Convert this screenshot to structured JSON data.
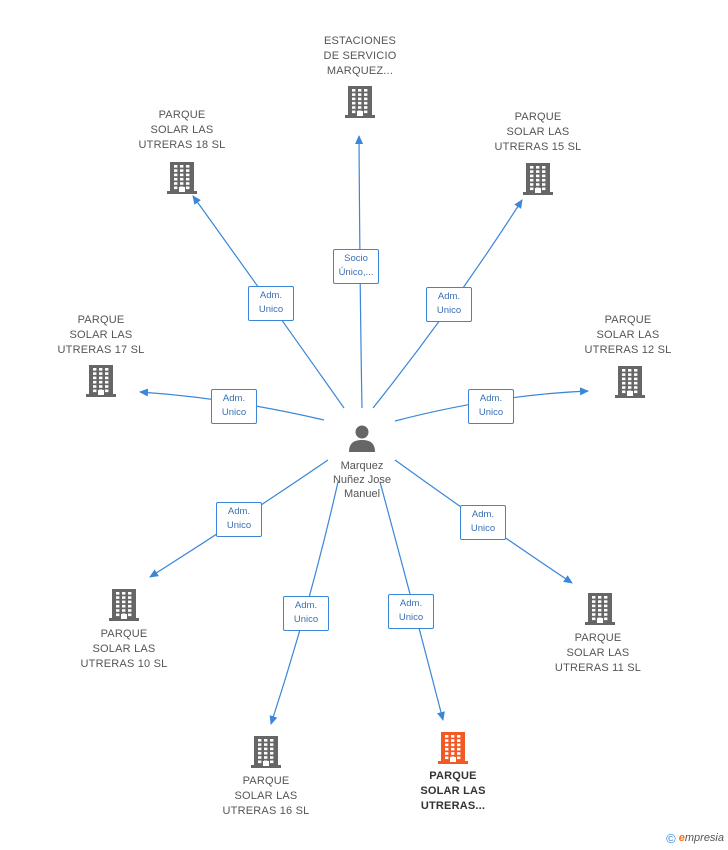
{
  "colors": {
    "edge": "#3a86d8",
    "building": "#666666",
    "building_highlight": "#f15a24",
    "person": "#666666"
  },
  "center": {
    "label_lines": [
      "Marquez",
      "Nuñez Jose",
      "Manuel"
    ]
  },
  "nodes": [
    {
      "id": "estaciones",
      "label_lines": [
        "ESTACIONES",
        "DE SERVICIO",
        "MARQUEZ..."
      ],
      "relation_lines": [
        "Socio",
        "Único,..."
      ],
      "highlight": false
    },
    {
      "id": "utreras18",
      "label_lines": [
        "PARQUE",
        "SOLAR LAS",
        "UTRERAS 18 SL"
      ],
      "relation_lines": [
        "Adm.",
        "Unico"
      ],
      "highlight": false
    },
    {
      "id": "utreras15",
      "label_lines": [
        "PARQUE",
        "SOLAR LAS",
        "UTRERAS 15 SL"
      ],
      "relation_lines": [
        "Adm.",
        "Unico"
      ],
      "highlight": false
    },
    {
      "id": "utreras17",
      "label_lines": [
        "PARQUE",
        "SOLAR LAS",
        "UTRERAS 17 SL"
      ],
      "relation_lines": [
        "Adm.",
        "Unico"
      ],
      "highlight": false
    },
    {
      "id": "utreras12",
      "label_lines": [
        "PARQUE",
        "SOLAR LAS",
        "UTRERAS 12 SL"
      ],
      "relation_lines": [
        "Adm.",
        "Unico"
      ],
      "highlight": false
    },
    {
      "id": "utreras10",
      "label_lines": [
        "PARQUE",
        "SOLAR LAS",
        "UTRERAS 10 SL"
      ],
      "relation_lines": [
        "Adm.",
        "Unico"
      ],
      "highlight": false
    },
    {
      "id": "utreras11",
      "label_lines": [
        "PARQUE",
        "SOLAR LAS",
        "UTRERAS 11 SL"
      ],
      "relation_lines": [
        "Adm.",
        "Unico"
      ],
      "highlight": false
    },
    {
      "id": "utreras16",
      "label_lines": [
        "PARQUE",
        "SOLAR LAS",
        "UTRERAS 16 SL"
      ],
      "relation_lines": [
        "Adm.",
        "Unico"
      ],
      "highlight": false
    },
    {
      "id": "utreras_main",
      "label_lines": [
        "PARQUE",
        "SOLAR LAS",
        "UTRERAS..."
      ],
      "relation_lines": [
        "Adm.",
        "Unico"
      ],
      "highlight": true
    }
  ],
  "footer": {
    "copyright_symbol": "©",
    "brand_initial": "e",
    "brand_rest": "mpresia"
  }
}
